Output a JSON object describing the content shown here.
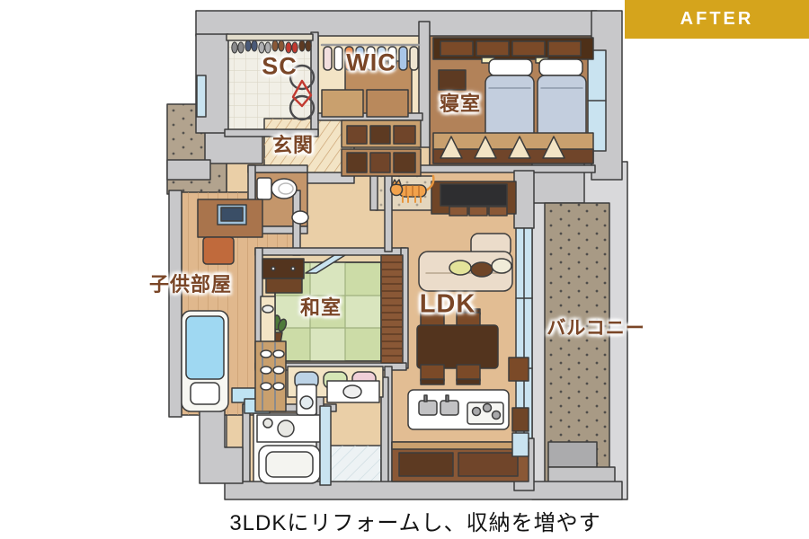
{
  "badge": {
    "label": "AFTER",
    "bg_color": "#D5A41C",
    "text_color": "#FFFFFF"
  },
  "caption": "3LDKにリフォームし、収納を増やす",
  "floorplan": {
    "labels": {
      "sc": "SC",
      "wic": "WIC",
      "bedroom": "寝室",
      "entrance": "玄関",
      "kids_room": "子供部屋",
      "japanese_room": "和室",
      "ldk": "LDK",
      "balcony": "バルコニー"
    },
    "furniture_elements": [
      "shoe-shelf",
      "bicycle",
      "hanging-clothes",
      "twin-beds",
      "wardrobe",
      "futon-closet",
      "toilet",
      "wash-basin",
      "study-desk",
      "laptop",
      "desk-chair",
      "kids-bed",
      "tatami-mats",
      "tansu-chest",
      "potted-plant",
      "floor-cushions",
      "slipper-rack",
      "tv",
      "sofa",
      "sofa-cushions",
      "dining-table",
      "dining-chairs",
      "kitchen-counter",
      "sink",
      "stove",
      "bathtub",
      "washing-machine",
      "cat",
      "windows",
      "balcony-step"
    ],
    "palette": {
      "label_brown": "#7A4627",
      "wall_gray": "#C8C8CA",
      "wood_floor_tan": "#E2BD93",
      "tatami_green": "#CCDCA7",
      "bedding_blue": "#C3CEDE",
      "balcony_concrete": "#A89A85",
      "window_blue": "#C9E3F0"
    }
  }
}
